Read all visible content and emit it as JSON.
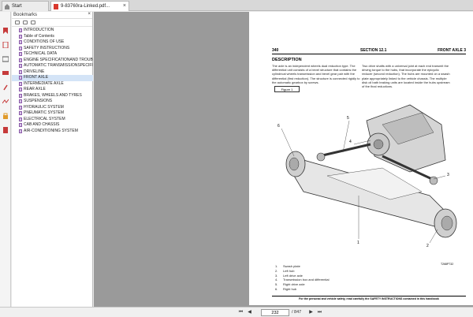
{
  "tabs": [
    {
      "label": "Start"
    },
    {
      "label": "9-83760ra-Linked.pdf..."
    }
  ],
  "bookmarks": {
    "header": "Bookmarks",
    "items": [
      {
        "label": "INTRODUCTION"
      },
      {
        "label": "Table of Contents"
      },
      {
        "label": "CONDITIONS OF USE"
      },
      {
        "label": "SAFETY INSTRUCTIONS"
      },
      {
        "label": "TECHNICAL DATA"
      },
      {
        "label": "ENGINE SPECIFICATIONAND TROUBLE"
      },
      {
        "label": "AUTOMATIC TRANSMISSIONSPECIFICAT"
      },
      {
        "label": "DRIVELINE"
      },
      {
        "label": "FRONT AXLE"
      },
      {
        "label": "INTERMEDIATE AXLE"
      },
      {
        "label": "REAR AXLE"
      },
      {
        "label": "BRAKES, WHEELS AND TYRES"
      },
      {
        "label": "SUSPENSIONS"
      },
      {
        "label": "HYDRAULIC SYSTEM"
      },
      {
        "label": "PNEUMATIC SYSTEM"
      },
      {
        "label": "ELECTRICAL SYSTEM"
      },
      {
        "label": "CAB AND CHASSIS"
      },
      {
        "label": "AIR-CONDITIONING SYSTEM"
      }
    ],
    "selected_index": 8
  },
  "page": {
    "number": "340",
    "section": "SECTION 12.1",
    "title": "FRONT AXLE 3",
    "heading": "DESCRIPTION",
    "col1": "The axle is an independent wheels dual reduction type. The differential unit consists of a bevel structure that contains the cylindrical wheels transmission and bevel gear pair with the differential (first reduction). The structure is connected rigidly to the automatic gearbox by screws.",
    "col2": "Two drive shafts with a universal joint at each end transmit the driving torque to the hubs, that incorporate the epicyclic reducer (second reduction). The hubs are mounted on a swash plate appropriately linked to the vehicle chassis. The multiple disk oil bath braking units are located inside the hubs upstream of the final reductions.",
    "figure_label": "Figure 1",
    "figure_code": "T268P732",
    "legend": [
      {
        "n": "1.",
        "text": "Swash plate"
      },
      {
        "n": "2.",
        "text": "Left hub"
      },
      {
        "n": "3.",
        "text": "Left drive axle"
      },
      {
        "n": "4.",
        "text": "Transmission box and differential"
      },
      {
        "n": "5.",
        "text": "Right drive axle"
      },
      {
        "n": "6.",
        "text": "Right hub"
      }
    ],
    "callouts": [
      "1",
      "2",
      "3",
      "4",
      "5",
      "6"
    ],
    "footer": "For the personal and vehicle safety, read carefully the SAFETY INSTRUCTIONS contained in this handbook"
  },
  "navigation": {
    "current_page": "232",
    "page_total": "/ 847"
  }
}
